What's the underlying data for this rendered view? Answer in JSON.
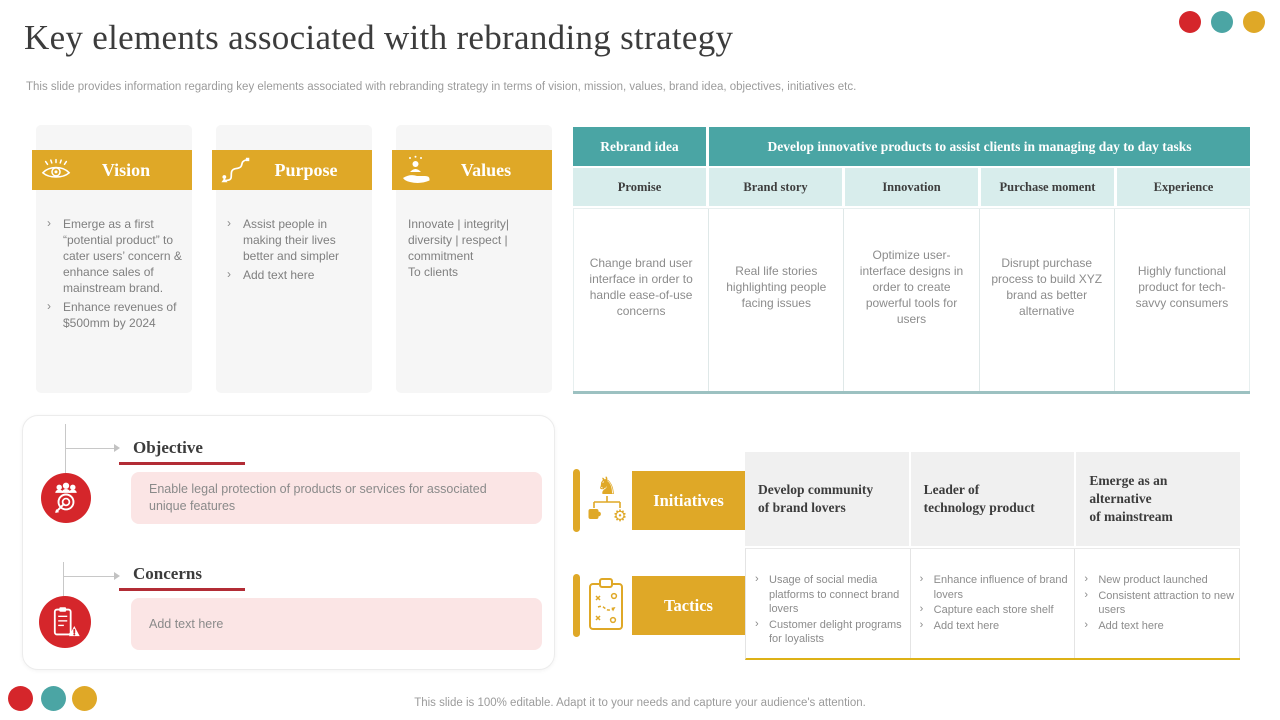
{
  "slide": {
    "title": "Key elements associated with rebranding strategy",
    "subtitle": "This slide provides information regarding key elements associated with rebranding strategy in terms of vision, mission, values, brand idea, objectives, initiatives etc.",
    "footer": "This slide is 100% editable. Adapt it to your needs and capture your audience's attention."
  },
  "colors": {
    "accent_yellow": "#DFA827",
    "accent_teal": "#4AA5A4",
    "accent_red": "#D5262B",
    "dark_red_underline": "#B22C35",
    "light_teal": "#D8EDEC",
    "pink": "#FBE5E5"
  },
  "cards": [
    {
      "title": "Vision",
      "icon": "eye-icon",
      "bullets": [
        "Emerge as a first “potential product” to cater users’ concern & enhance sales of mainstream brand.",
        "Enhance revenues of $500mm by 2024"
      ]
    },
    {
      "title": "Purpose",
      "icon": "route-icon",
      "bullets": [
        "Assist people in making their lives better and simpler",
        "Add text here"
      ]
    },
    {
      "title": "Values",
      "icon": "hand-person-icon",
      "text": "Innovate | integrity|\ndiversity | respect |\ncommitment\nTo clients"
    }
  ],
  "rebrand_table": {
    "header_label": "Rebrand idea",
    "header_value": "Develop innovative products to assist clients in managing day to day tasks",
    "columns": [
      "Promise",
      "Brand story",
      "Innovation",
      "Purchase moment",
      "Experience"
    ],
    "cells": [
      "Change brand user interface in order to handle ease-of-use concerns",
      "Real life stories highlighting people facing issues",
      "Optimize user-interface designs in order to create powerful tools for users",
      "Disrupt purchase process to build XYZ brand as better alternative",
      "Highly functional product for tech-savvy consumers"
    ]
  },
  "objective": {
    "title": "Objective",
    "text": "Enable legal protection of products or services for associated unique features"
  },
  "concerns": {
    "title": "Concerns",
    "text": "Add text here"
  },
  "initiatives": {
    "label": "Initiatives",
    "columns": [
      "Develop community\nof  brand lovers",
      "Leader of\ntechnology product",
      "Emerge as an\nalternative\nof mainstream"
    ]
  },
  "tactics": {
    "label": "Tactics",
    "cells": [
      [
        "Usage of social media platforms to connect brand lovers",
        "Customer delight programs for loyalists"
      ],
      [
        "Enhance influence of brand lovers",
        "Capture each store shelf",
        "Add text here"
      ],
      [
        "New product launched",
        "Consistent attraction to new users",
        "Add text here"
      ]
    ]
  }
}
